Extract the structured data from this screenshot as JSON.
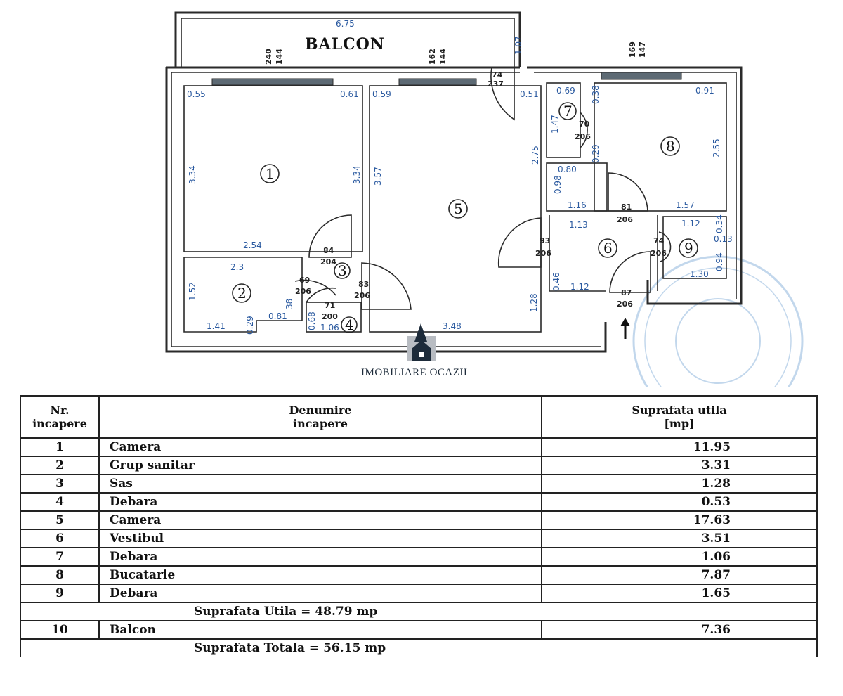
{
  "plan": {
    "balcony_label": "BALCON",
    "logo_text": "IMOBILIARE OCAZII",
    "rooms": [
      "1",
      "2",
      "3",
      "4",
      "5",
      "6",
      "7",
      "8",
      "9"
    ],
    "dims": {
      "d675": "6.75",
      "d107": "1.07",
      "d240": "240",
      "d144a": "144",
      "d162": "162",
      "d144b": "144",
      "d74a": "74",
      "d237": "237",
      "d169": "169",
      "d147": "147",
      "d055": "0.55",
      "d061": "0.61",
      "d059": "0.59",
      "d051": "0.51",
      "d069": "0.69",
      "d038": "0.38",
      "d091": "0.91",
      "d334a": "3.34",
      "d334b": "3.34",
      "d357": "3.57",
      "d275": "2.75",
      "d147b": "1.47",
      "d255": "2.55",
      "d70": "70",
      "d206a": "206",
      "d029": "0.29",
      "d080": "0.80",
      "d098": "0.98",
      "d254": "2.54",
      "d116": "1.16",
      "d157": "1.57",
      "d81": "81",
      "d206b": "206",
      "d113": "1.13",
      "d112a": "1.12",
      "d034": "0.34",
      "d013": "0.13",
      "d74b": "74",
      "d206c": "206",
      "d130": "1.30",
      "d094": "0.94",
      "d93": "93",
      "d206d": "206",
      "d84": "84",
      "d204": "204",
      "d23": "2.3",
      "d152": "1.52",
      "d69": "69",
      "d206e": "206",
      "d83": "83",
      "d206f": "206",
      "d71": "71",
      "d200": "200",
      "d068": "0.68",
      "d106": "1.06",
      "d141": "1.41",
      "d029b": "0.29",
      "d081": "0.81",
      "d38": "38",
      "d348": "3.48",
      "d128": "1.28",
      "d046": "0.46",
      "d112b": "1.12",
      "d87": "87",
      "d206g": "206"
    }
  },
  "table": {
    "headers": {
      "nr_line1": "Nr.",
      "nr_line2": "incapere",
      "den_line1": "Denumire",
      "den_line2": "incapere",
      "sup_line1": "Suprafata utila",
      "sup_line2": "[mp]"
    },
    "rows": [
      {
        "nr": "1",
        "name": "Camera",
        "area": "11.95"
      },
      {
        "nr": "2",
        "name": "Grup sanitar",
        "area": "3.31"
      },
      {
        "nr": "3",
        "name": "Sas",
        "area": "1.28"
      },
      {
        "nr": "4",
        "name": "Debara",
        "area": "0.53"
      },
      {
        "nr": "5",
        "name": "Camera",
        "area": "17.63"
      },
      {
        "nr": "6",
        "name": "Vestibul",
        "area": "3.51"
      },
      {
        "nr": "7",
        "name": "Debara",
        "area": "1.06"
      },
      {
        "nr": "8",
        "name": "Bucatarie",
        "area": "7.87"
      },
      {
        "nr": "9",
        "name": "Debara",
        "area": "1.65"
      }
    ],
    "subtotal": "Suprafata Utila = 48.79 mp",
    "balcony_row": {
      "nr": "10",
      "name": "Balcon",
      "area": "7.36"
    },
    "total": "Suprafata Totala = 56.15 mp"
  }
}
